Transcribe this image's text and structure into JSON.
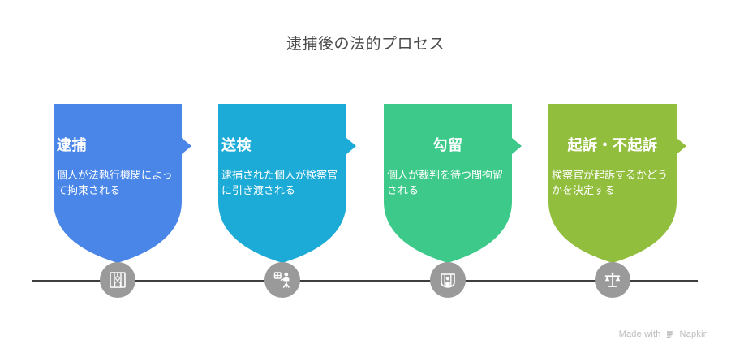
{
  "page": {
    "title": "逮捕後の法的プロセス",
    "background": "#ffffff",
    "title_color": "#4a4a4a",
    "timeline_color": "#3f3f3f",
    "node_color": "#9a9a9a"
  },
  "steps": [
    {
      "index": "1",
      "title": "逮捕",
      "description": "個人が法執行機関によって拘束される",
      "color": "#4a86e8",
      "title_align": "align-left",
      "icon": "jail-cell-icon"
    },
    {
      "index": "2",
      "title": "送検",
      "description": "逮捕された個人が検察官に引き渡される",
      "color": "#1cabd6",
      "title_align": "align-left",
      "icon": "handover-documents-icon"
    },
    {
      "index": "3",
      "title": "勾留",
      "description": "個人が裁判を待つ間拘留される",
      "color": "#3dc98a",
      "title_align": "align-center",
      "icon": "detention-cell-icon"
    },
    {
      "index": "4",
      "title": "起訴・不起訴",
      "description": "検察官が起訴するかどうかを決定する",
      "color": "#92be3e",
      "title_align": "align-center",
      "icon": "scales-of-justice-icon"
    }
  ],
  "watermark": {
    "prefix": "Made with",
    "brand": "Napkin",
    "color": "#bdbdbd"
  }
}
